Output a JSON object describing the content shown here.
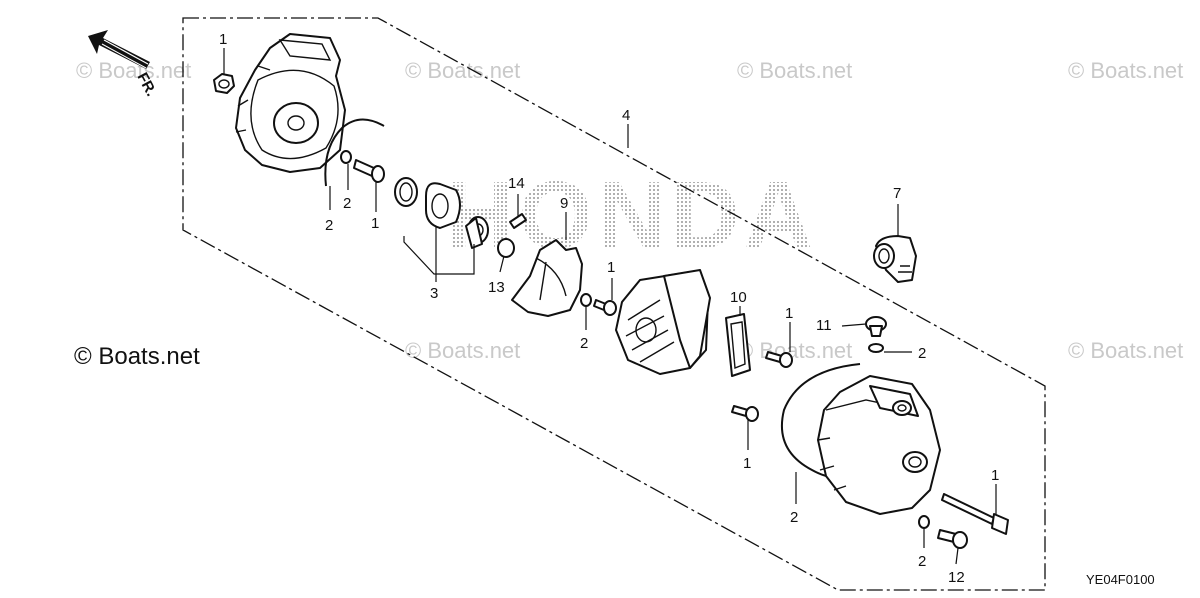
{
  "watermarks": [
    "© Boats.net",
    "© Boats.net",
    "© Boats.net",
    "© Boats.net",
    "© Boats.net",
    "© Boats.net",
    "© Boats.net"
  ],
  "copyright_label": "© Boats.net",
  "brand_watermark": "HONDA",
  "front_indicator": "FR.",
  "diagram_code": "YE04F0100",
  "callouts": [
    "1",
    "2",
    "2",
    "1",
    "3",
    "13",
    "14",
    "9",
    "1",
    "2",
    "4",
    "7",
    "10",
    "1",
    "11",
    "2",
    "1",
    "2",
    "1",
    "2",
    "12"
  ]
}
